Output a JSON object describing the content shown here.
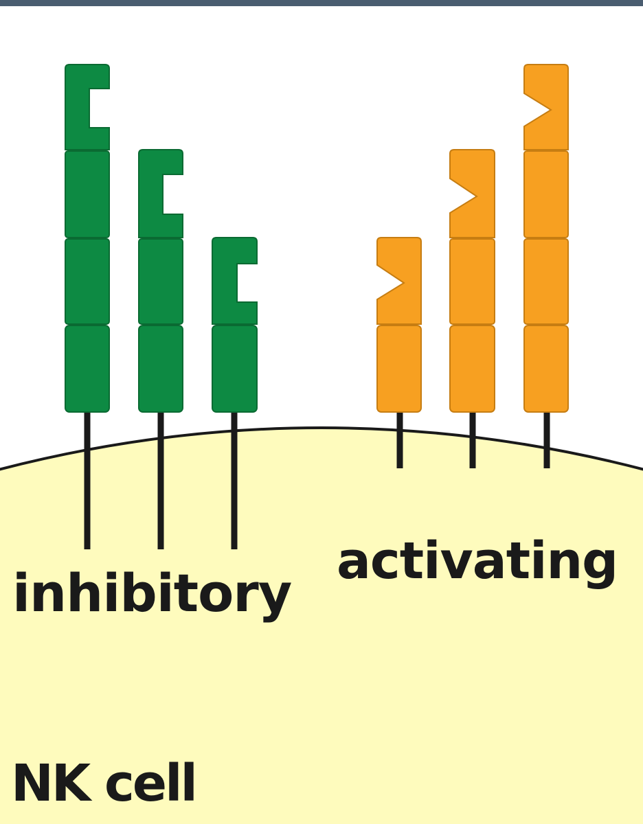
{
  "labels": {
    "inhibitory": "inhibitory",
    "activating": "activating",
    "cell": "NK cell"
  },
  "colors": {
    "top_bar": "#4a5d70",
    "cell_fill": "#fefbbd",
    "membrane": "#1a1a1a",
    "inhibitory_receptor": "#0d8a43",
    "activating_receptor": "#f7a021",
    "stalk": "#1a1a1a"
  },
  "receptors": {
    "inhibitory": [
      {
        "domains": 4
      },
      {
        "domains": 3
      },
      {
        "domains": 2
      }
    ],
    "activating": [
      {
        "domains": 2
      },
      {
        "domains": 3
      },
      {
        "domains": 4
      }
    ]
  },
  "icons": {
    "inhibitory_notch": "c-shaped-notch",
    "activating_notch": "v-shaped-notch"
  }
}
